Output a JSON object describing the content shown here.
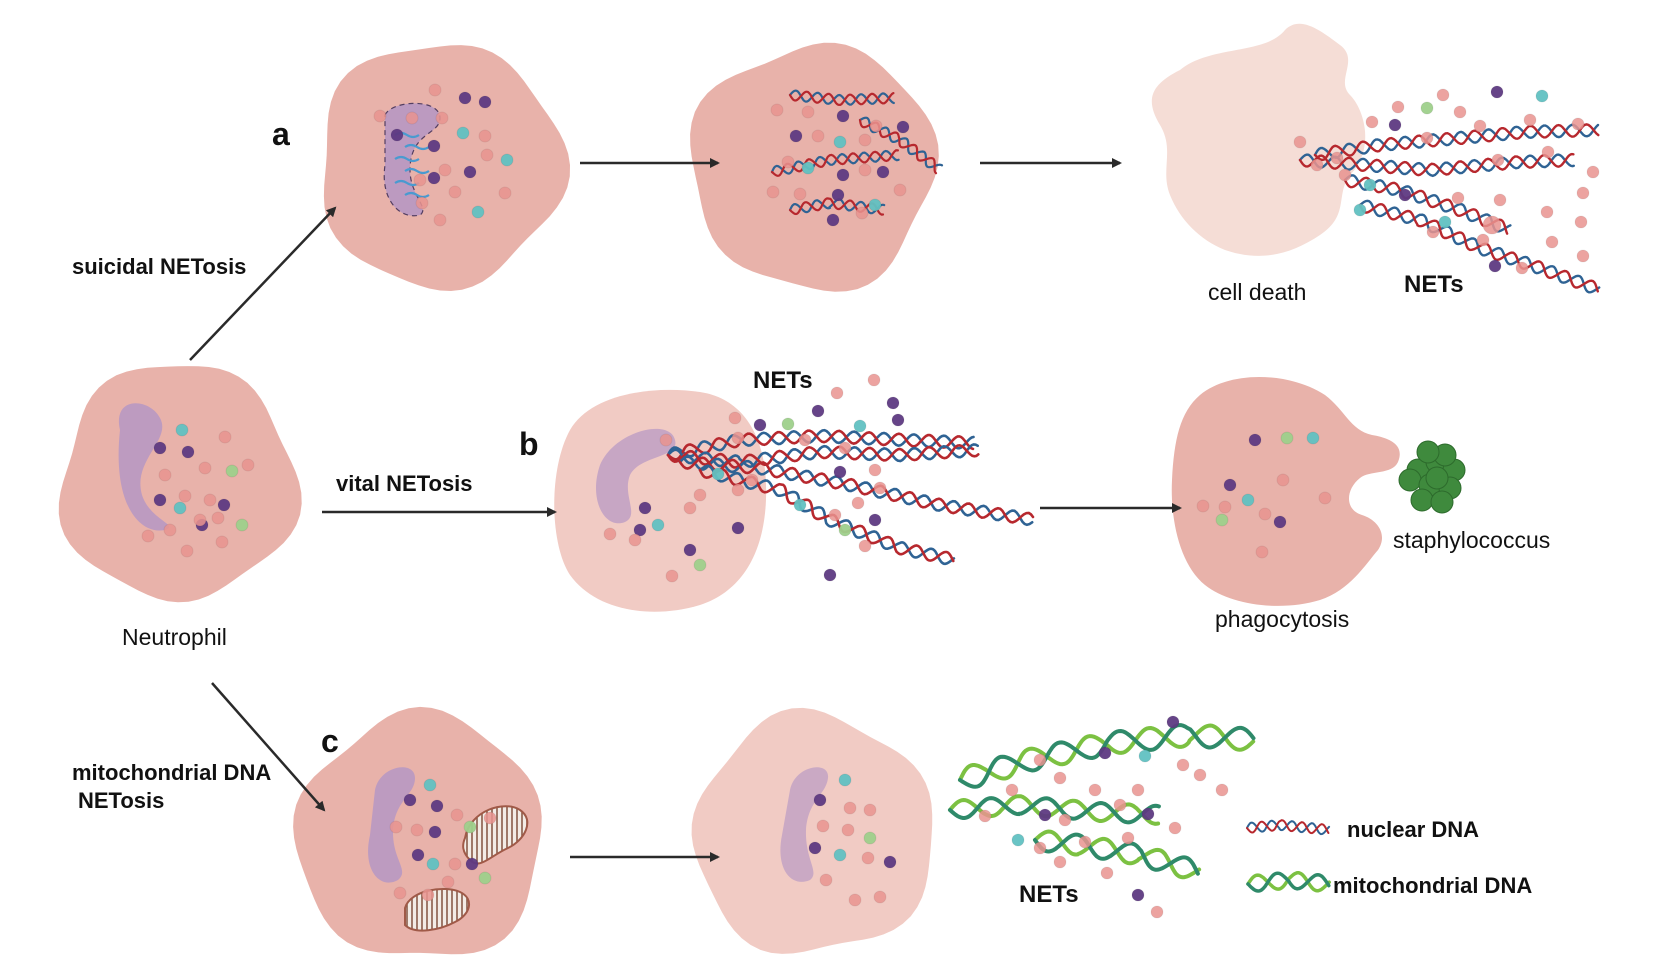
{
  "panels": {
    "a": "a",
    "b": "b",
    "c": "c"
  },
  "pathways": {
    "suicidal": "suicidal NETosis",
    "vital": "vital NETosis",
    "mito_line1": "mitochondrial DNA",
    "mito_line2": "NETosis"
  },
  "labels": {
    "neutrophil": "Neutrophil",
    "cell_death": "cell death",
    "nets_a": "NETs",
    "nets_b": "NETs",
    "nets_c": "NETs",
    "phagocytosis": "phagocytosis",
    "staphylococcus": "staphylococcus"
  },
  "legend": {
    "nuclear": "nuclear DNA",
    "mitochondrial": "mitochondrial DNA"
  },
  "colors": {
    "cell": "#e8b2aa",
    "cell_pale": "#f1cbc4",
    "cell_dead": "#f5ddd6",
    "nucleus": "#b596c4",
    "dna_red": "#b7282e",
    "dna_blue": "#2f6394",
    "mt_dark": "#2f8a6a",
    "mt_light": "#7cc142",
    "granule_pink": "#e99490",
    "granule_purple": "#5e3a82",
    "granule_teal": "#62c1c2",
    "granule_green": "#9fd08c",
    "bacteria": "#3f8a3d",
    "arrow": "#2a2a2a"
  }
}
